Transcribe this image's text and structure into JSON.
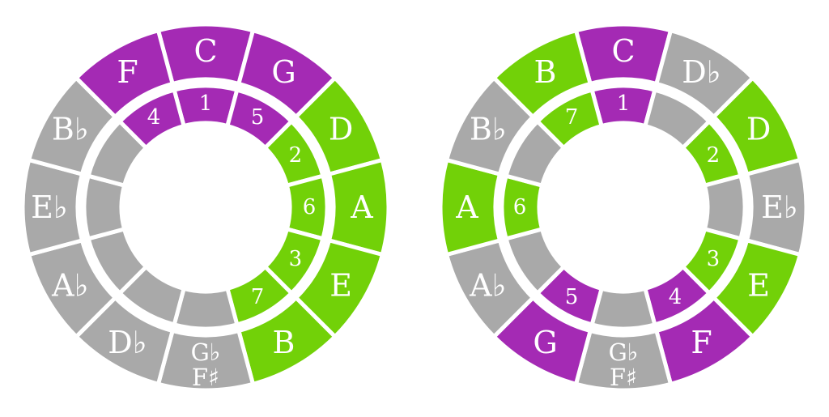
{
  "colors": {
    "purple": "#a42ab4",
    "green": "#72d108",
    "gray": "#a9a9a9",
    "background": "#ffffff"
  },
  "wheels": [
    {
      "name": "left",
      "segments": [
        {
          "outer": [
            "C"
          ],
          "inner": "1",
          "outer_color": "purple",
          "inner_color": "purple"
        },
        {
          "outer": [
            "G"
          ],
          "inner": "5",
          "outer_color": "purple",
          "inner_color": "purple"
        },
        {
          "outer": [
            "D"
          ],
          "inner": "2",
          "outer_color": "green",
          "inner_color": "green"
        },
        {
          "outer": [
            "A"
          ],
          "inner": "6",
          "outer_color": "green",
          "inner_color": "green"
        },
        {
          "outer": [
            "E"
          ],
          "inner": "3",
          "outer_color": "green",
          "inner_color": "green"
        },
        {
          "outer": [
            "B"
          ],
          "inner": "7",
          "outer_color": "green",
          "inner_color": "green"
        },
        {
          "outer": [
            "G♭",
            "F♯"
          ],
          "inner": "",
          "outer_color": "gray",
          "inner_color": "gray"
        },
        {
          "outer": [
            "D♭"
          ],
          "inner": "",
          "outer_color": "gray",
          "inner_color": "gray"
        },
        {
          "outer": [
            "A♭"
          ],
          "inner": "",
          "outer_color": "gray",
          "inner_color": "gray"
        },
        {
          "outer": [
            "E♭"
          ],
          "inner": "",
          "outer_color": "gray",
          "inner_color": "gray"
        },
        {
          "outer": [
            "B♭"
          ],
          "inner": "",
          "outer_color": "gray",
          "inner_color": "gray"
        },
        {
          "outer": [
            "F"
          ],
          "inner": "4",
          "outer_color": "purple",
          "inner_color": "purple"
        }
      ]
    },
    {
      "name": "right",
      "segments": [
        {
          "outer": [
            "C"
          ],
          "inner": "1",
          "outer_color": "purple",
          "inner_color": "purple"
        },
        {
          "outer": [
            "D♭"
          ],
          "inner": "",
          "outer_color": "gray",
          "inner_color": "gray"
        },
        {
          "outer": [
            "D"
          ],
          "inner": "2",
          "outer_color": "green",
          "inner_color": "green"
        },
        {
          "outer": [
            "E♭"
          ],
          "inner": "",
          "outer_color": "gray",
          "inner_color": "gray"
        },
        {
          "outer": [
            "E"
          ],
          "inner": "3",
          "outer_color": "green",
          "inner_color": "green"
        },
        {
          "outer": [
            "F"
          ],
          "inner": "4",
          "outer_color": "purple",
          "inner_color": "purple"
        },
        {
          "outer": [
            "G♭",
            "F♯"
          ],
          "inner": "",
          "outer_color": "gray",
          "inner_color": "gray"
        },
        {
          "outer": [
            "G"
          ],
          "inner": "5",
          "outer_color": "purple",
          "inner_color": "purple"
        },
        {
          "outer": [
            "A♭"
          ],
          "inner": "",
          "outer_color": "gray",
          "inner_color": "gray"
        },
        {
          "outer": [
            "A"
          ],
          "inner": "6",
          "outer_color": "green",
          "inner_color": "green"
        },
        {
          "outer": [
            "B♭"
          ],
          "inner": "",
          "outer_color": "gray",
          "inner_color": "gray"
        },
        {
          "outer": [
            "B"
          ],
          "inner": "7",
          "outer_color": "green",
          "inner_color": "green"
        }
      ]
    }
  ]
}
